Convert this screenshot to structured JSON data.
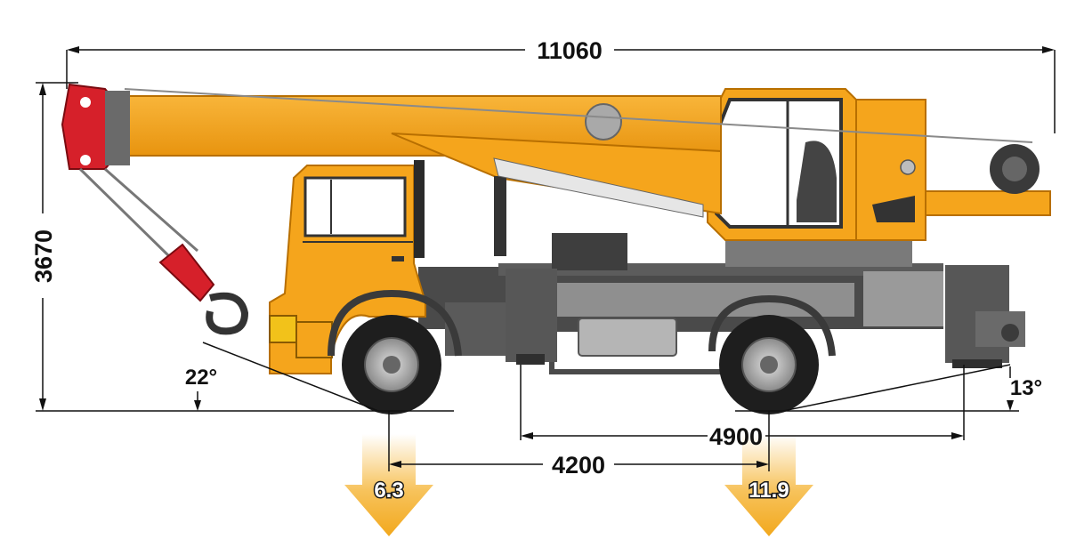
{
  "dimensions": {
    "overall_length": "11060",
    "overall_height": "3670",
    "wheelbase": "4200",
    "outrigger_span": "4900",
    "approach_angle": "22°",
    "departure_angle": "13°"
  },
  "axle_loads": {
    "front": "6.3",
    "rear": "11.9"
  },
  "colors": {
    "crane_orange": "#f5a51c",
    "hook_red": "#d6202a",
    "chassis_gray": "#4a4a4a",
    "tire_black": "#1e1e1e",
    "arrow_gradient_top": "#ffffff",
    "arrow_gradient_bottom": "#f2a81d",
    "dimension_line": "#111111"
  }
}
